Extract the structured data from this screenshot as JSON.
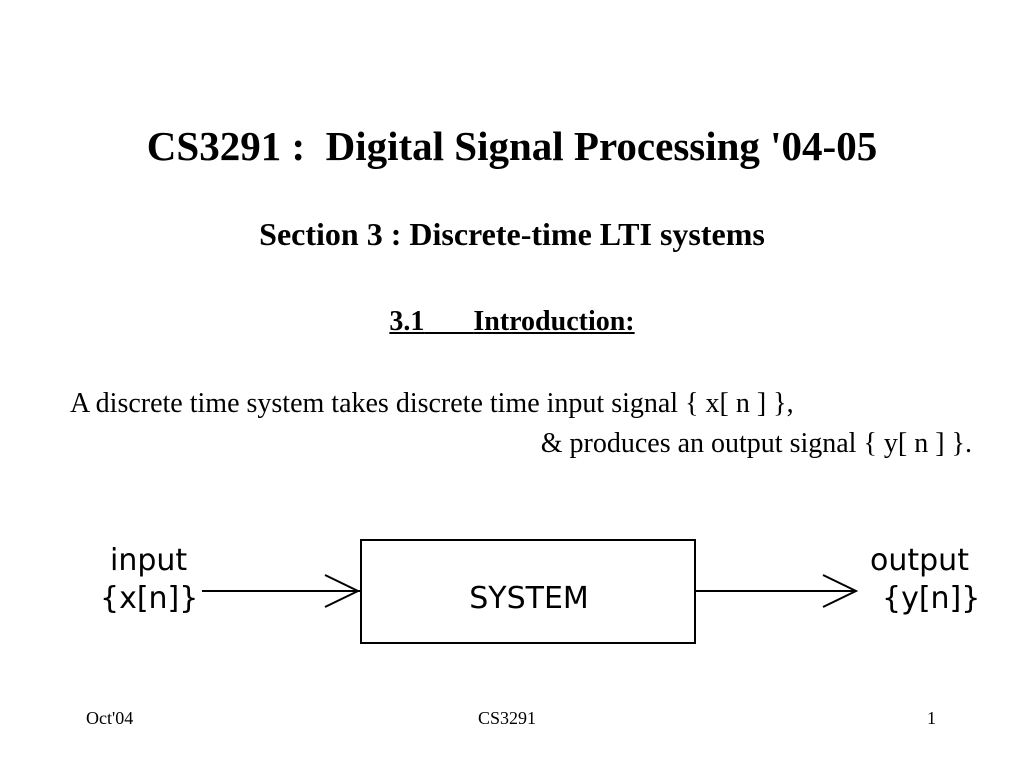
{
  "slide": {
    "title": "CS3291 :  Digital Signal Processing '04-05",
    "section": "Section 3 : Discrete-time LTI systems",
    "subsection_number": "3.1",
    "subsection_title": "Introduction:",
    "paragraph_line1": "A discrete time system takes discrete time input signal { x[ n ] },",
    "paragraph_line2": "& produces an output signal { y[ n ] }."
  },
  "diagram": {
    "input_label": "input",
    "input_signal": "{x[n]}",
    "system_label": "SYSTEM",
    "output_label": "output",
    "output_signal": "{y[n]}"
  },
  "footer": {
    "date": "Oct'04",
    "course": "CS3291",
    "page": "1"
  }
}
